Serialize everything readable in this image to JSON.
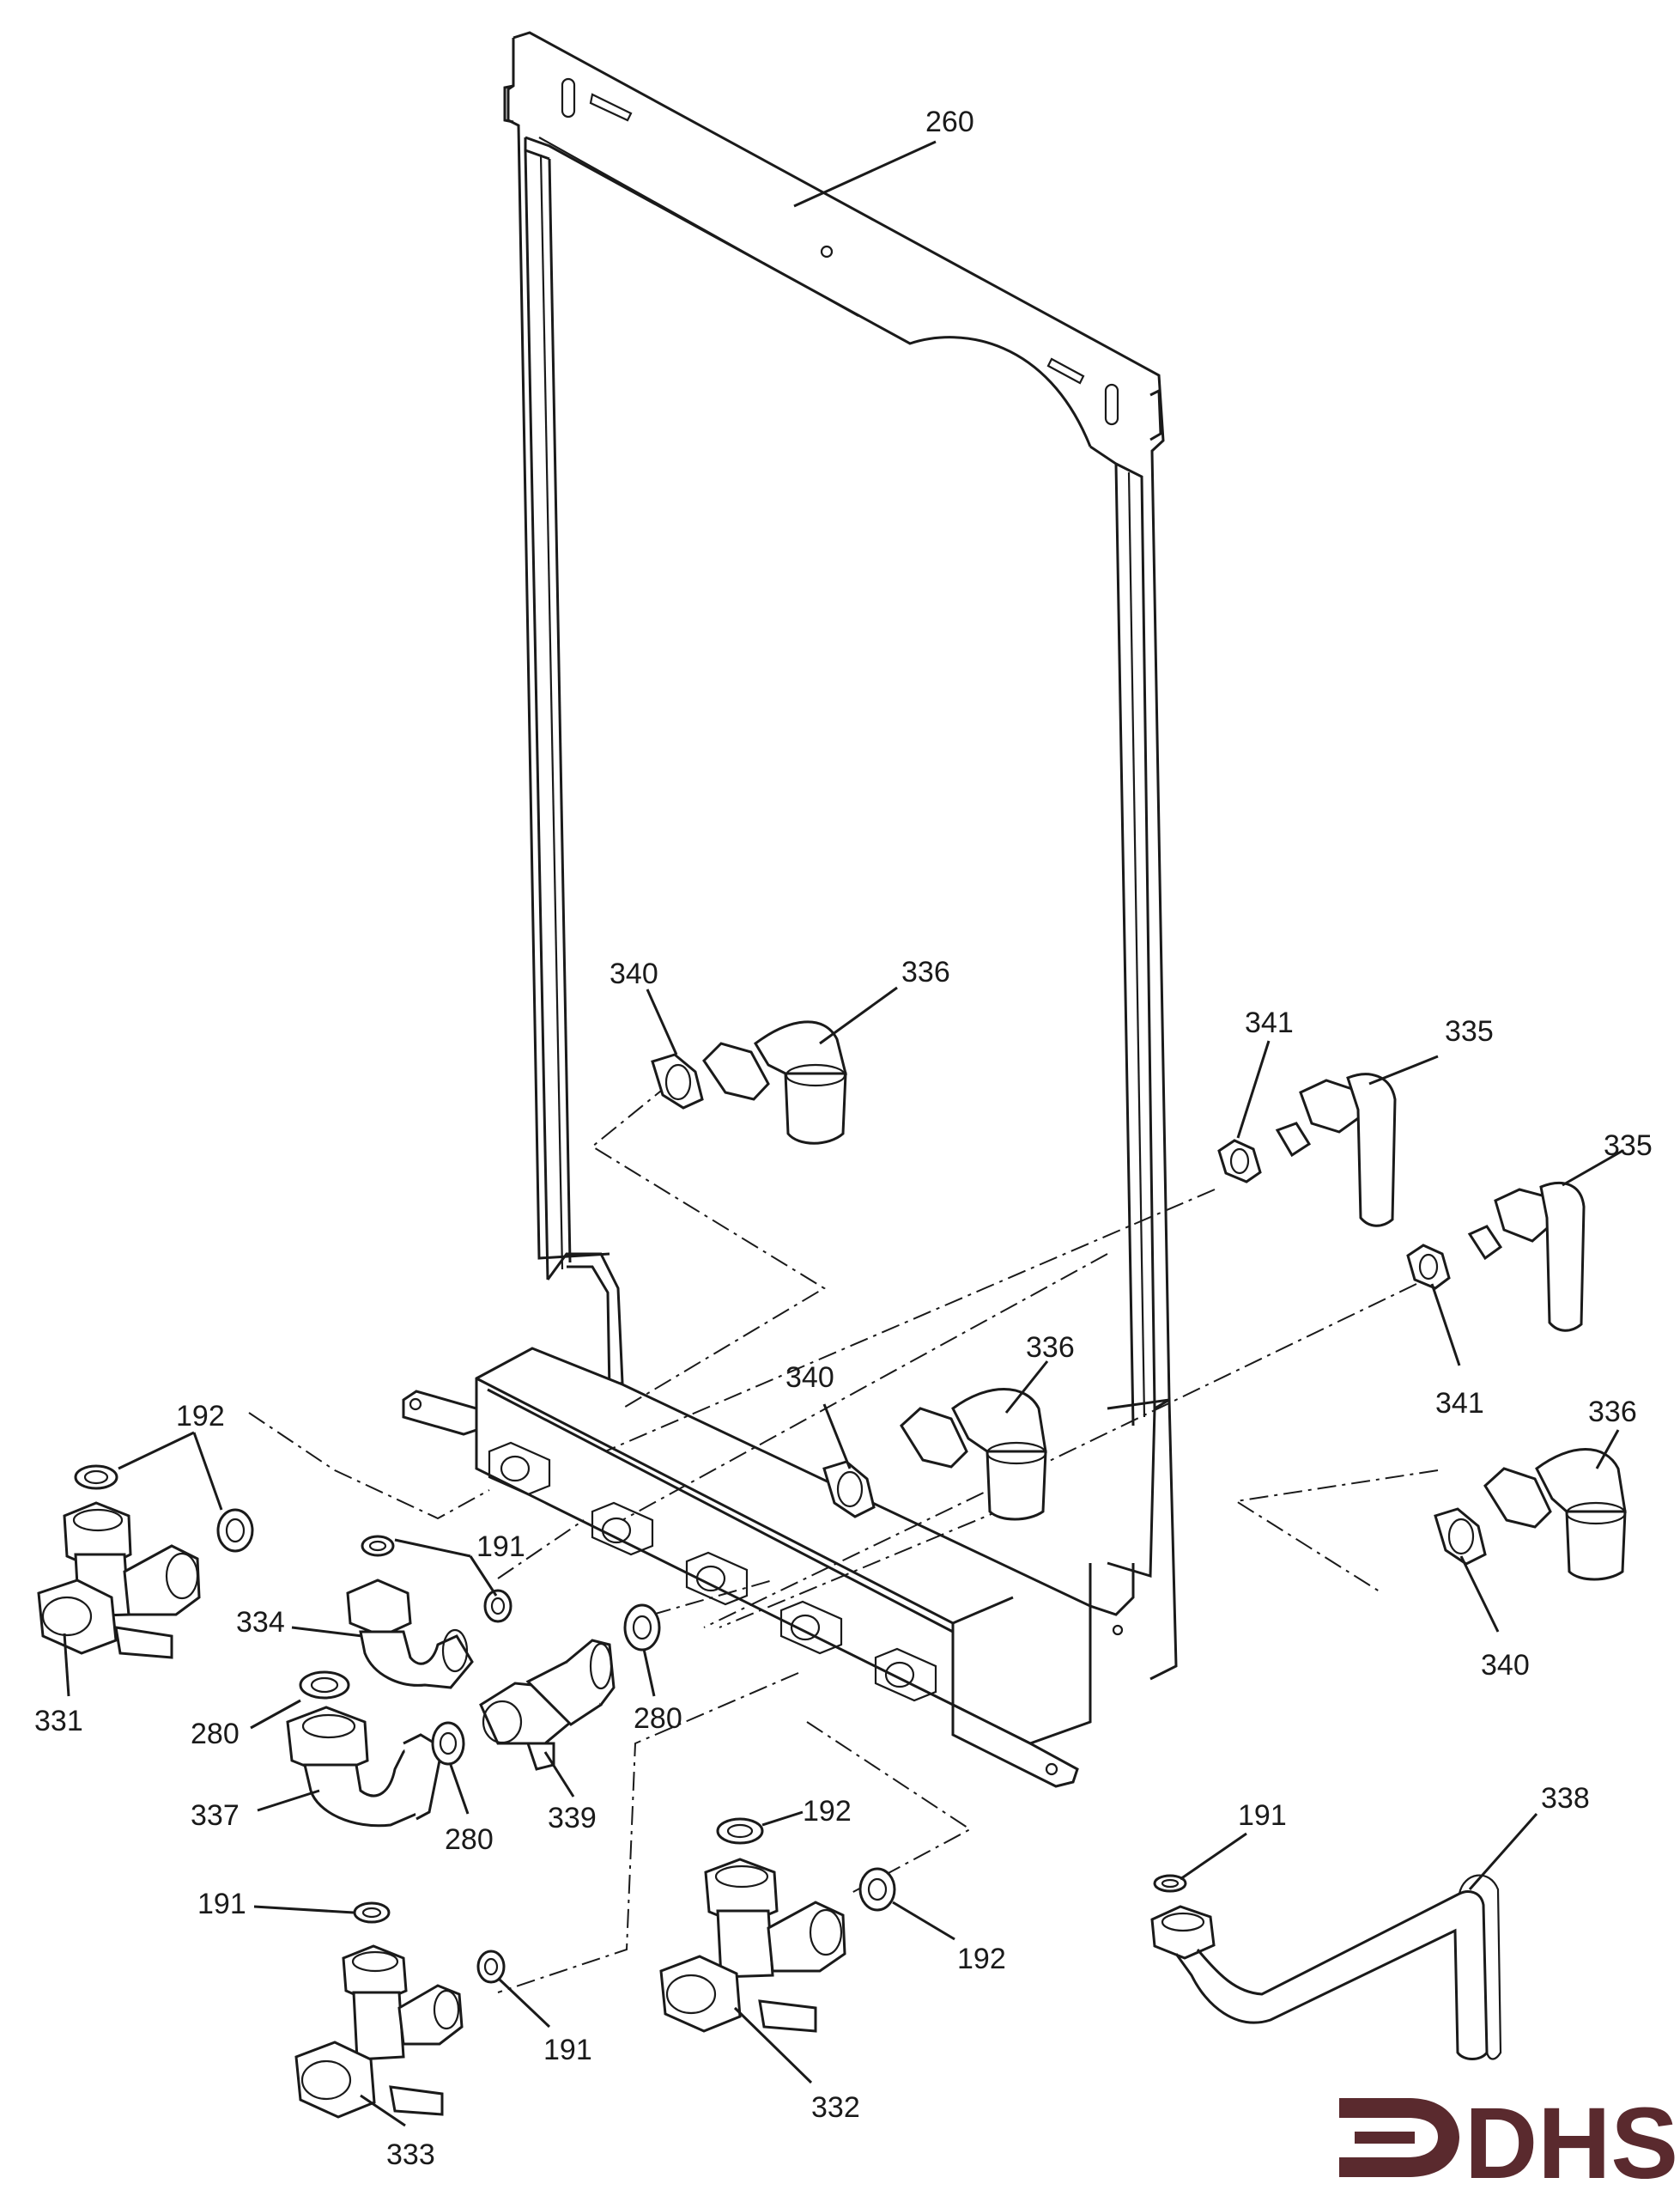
{
  "callouts": [
    {
      "id": "c260",
      "text": "260"
    },
    {
      "id": "c340a",
      "text": "340"
    },
    {
      "id": "c336a",
      "text": "336"
    },
    {
      "id": "c341a",
      "text": "341"
    },
    {
      "id": "c335a",
      "text": "335"
    },
    {
      "id": "c335b",
      "text": "335"
    },
    {
      "id": "c341b",
      "text": "341"
    },
    {
      "id": "c340b",
      "text": "340"
    },
    {
      "id": "c336b",
      "text": "336"
    },
    {
      "id": "c336c",
      "text": "336"
    },
    {
      "id": "c340c",
      "text": "340"
    },
    {
      "id": "c192a",
      "text": "192"
    },
    {
      "id": "c191a",
      "text": "191"
    },
    {
      "id": "c334",
      "text": "334"
    },
    {
      "id": "c331",
      "text": "331"
    },
    {
      "id": "c280a",
      "text": "280"
    },
    {
      "id": "c280b",
      "text": "280"
    },
    {
      "id": "c280c",
      "text": "280"
    },
    {
      "id": "c337",
      "text": "337"
    },
    {
      "id": "c339",
      "text": "339"
    },
    {
      "id": "c192b",
      "text": "192"
    },
    {
      "id": "c192c",
      "text": "192"
    },
    {
      "id": "c191b",
      "text": "191"
    },
    {
      "id": "c191c",
      "text": "191"
    },
    {
      "id": "c191d",
      "text": "191"
    },
    {
      "id": "c338",
      "text": "338"
    },
    {
      "id": "c332",
      "text": "332"
    },
    {
      "id": "c333",
      "text": "333"
    }
  ],
  "logo": {
    "text": "DHS",
    "color": "#5a2a2e"
  }
}
